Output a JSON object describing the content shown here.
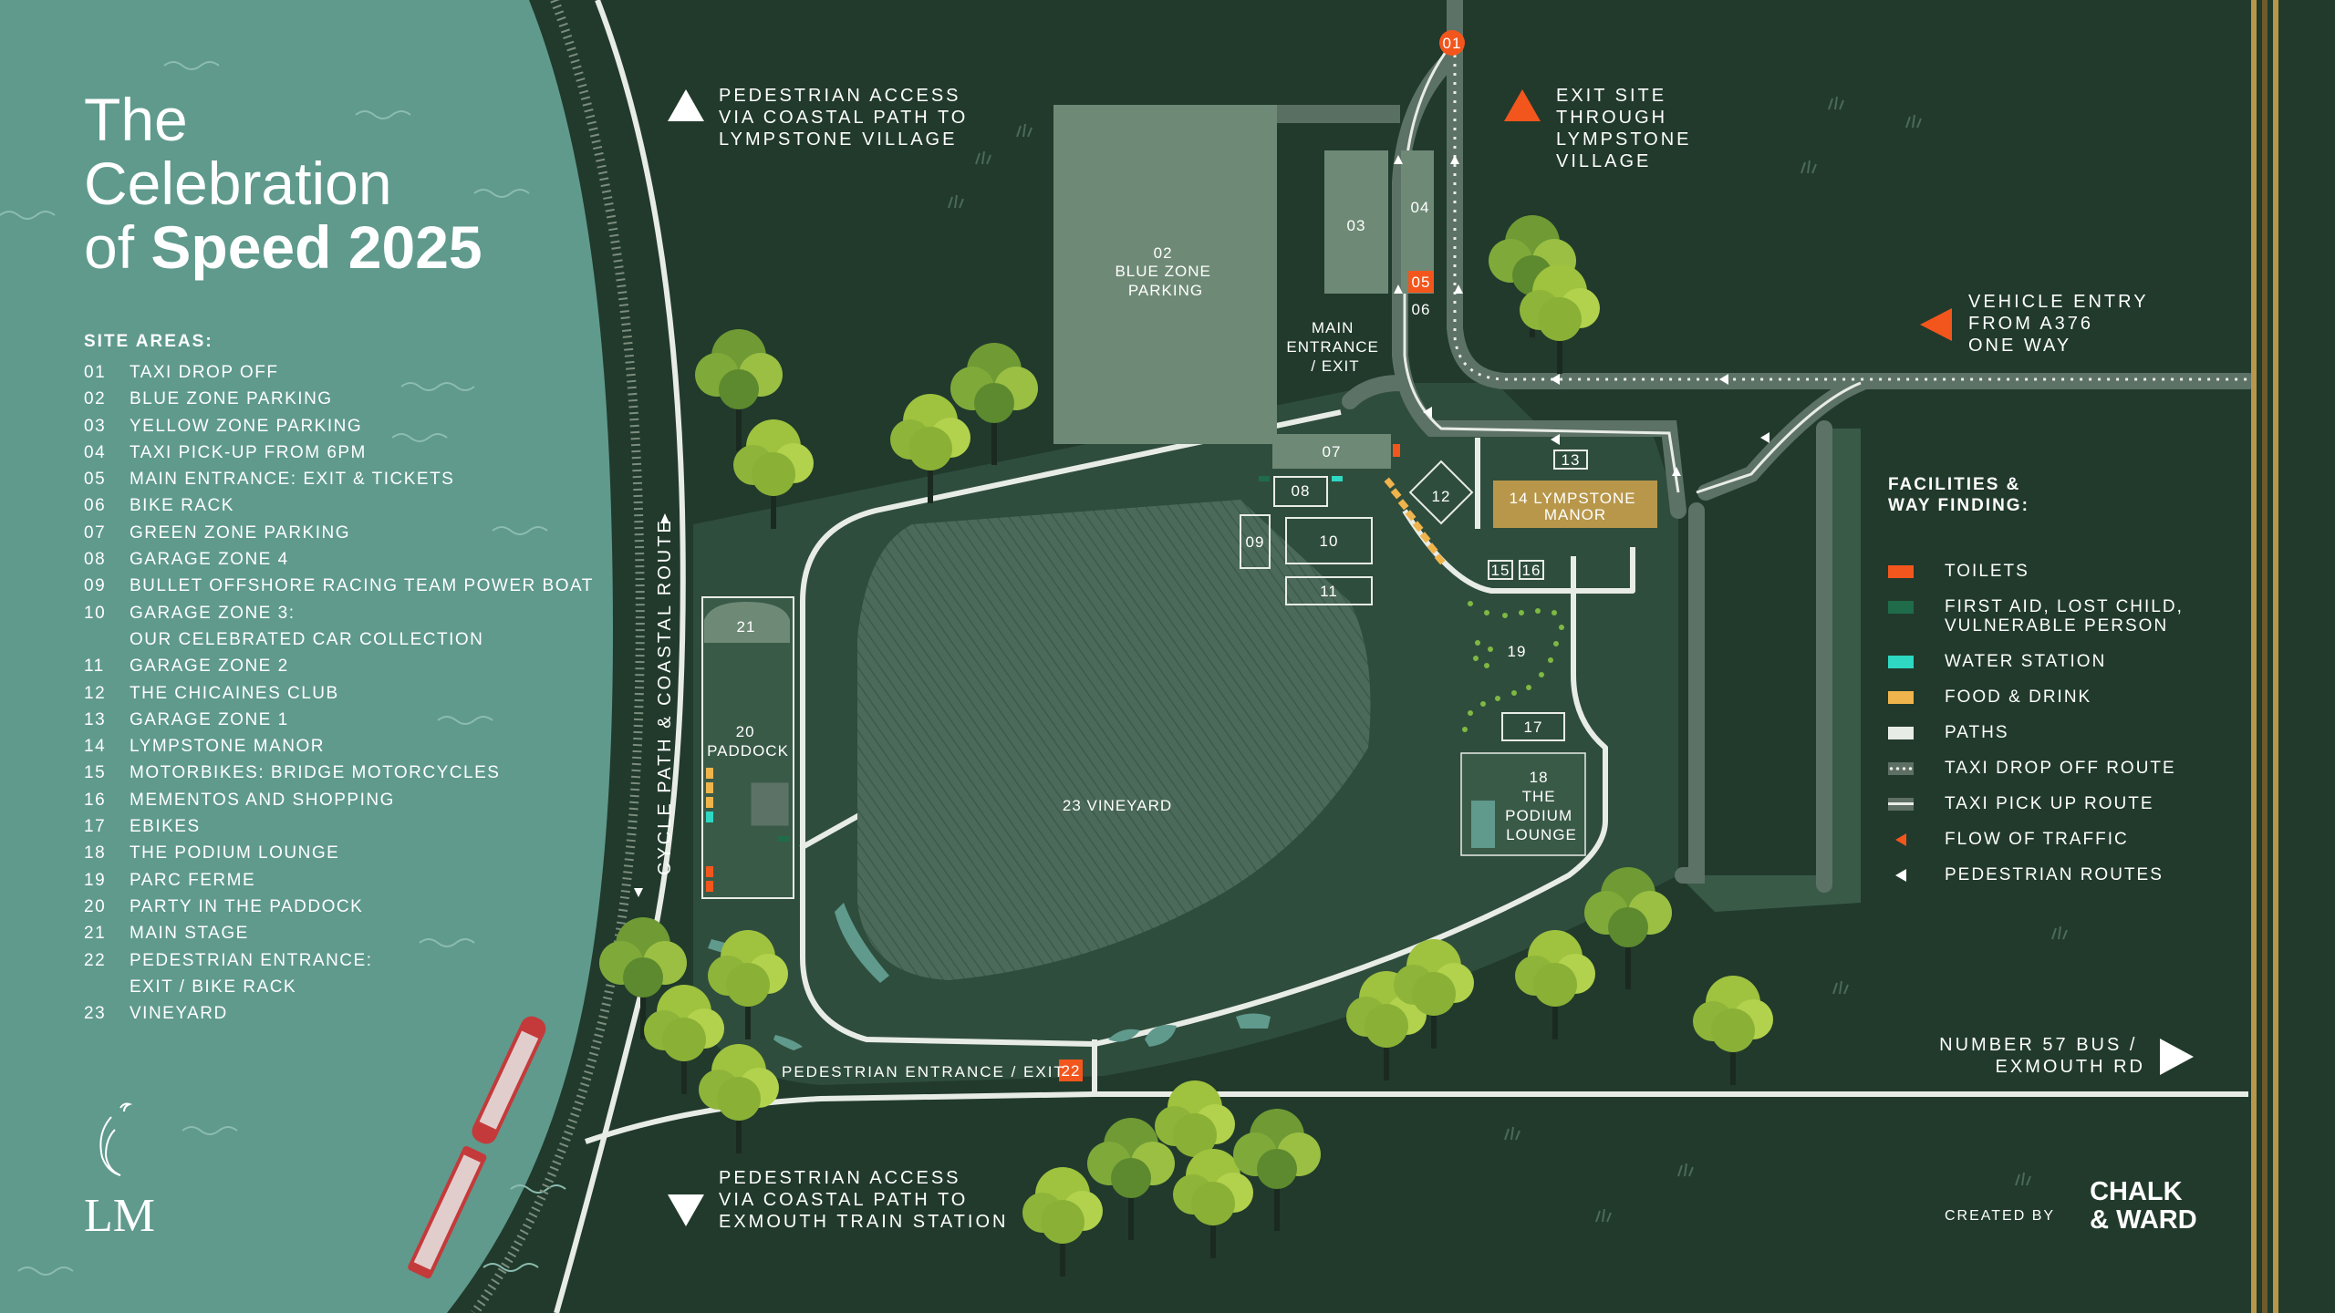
{
  "title": {
    "line1": "The",
    "line2": "Celebration",
    "line3_pre": "of ",
    "line3_bold": "Speed 2025"
  },
  "site_areas": {
    "heading": "SITE AREAS:",
    "items": [
      {
        "num": "01",
        "label": "TAXI DROP OFF"
      },
      {
        "num": "02",
        "label": "BLUE ZONE PARKING"
      },
      {
        "num": "03",
        "label": "YELLOW ZONE PARKING"
      },
      {
        "num": "04",
        "label": "TAXI PICK-UP FROM 6PM"
      },
      {
        "num": "05",
        "label": "MAIN ENTRANCE: EXIT & TICKETS"
      },
      {
        "num": "06",
        "label": "BIKE RACK"
      },
      {
        "num": "07",
        "label": "GREEN ZONE PARKING"
      },
      {
        "num": "08",
        "label": "GARAGE ZONE 4"
      },
      {
        "num": "09",
        "label": "BULLET OFFSHORE RACING TEAM POWER BOAT"
      },
      {
        "num": "10",
        "label": "GARAGE ZONE 3:"
      },
      {
        "num": "",
        "label": "OUR CELEBRATED CAR COLLECTION"
      },
      {
        "num": "11",
        "label": "GARAGE ZONE 2"
      },
      {
        "num": "12",
        "label": "THE CHICAINES CLUB"
      },
      {
        "num": "13",
        "label": "GARAGE ZONE 1"
      },
      {
        "num": "14",
        "label": "LYMPSTONE MANOR"
      },
      {
        "num": "15",
        "label": "MOTORBIKES: BRIDGE MOTORCYCLES"
      },
      {
        "num": "16",
        "label": "MEMENTOS AND SHOPPING"
      },
      {
        "num": "17",
        "label": "EBIKES"
      },
      {
        "num": "18",
        "label": "THE PODIUM LOUNGE"
      },
      {
        "num": "19",
        "label": "PARC FERME"
      },
      {
        "num": "20",
        "label": "PARTY IN THE PADDOCK"
      },
      {
        "num": "21",
        "label": "MAIN STAGE"
      },
      {
        "num": "22",
        "label": "PEDESTRIAN ENTRANCE:"
      },
      {
        "num": "",
        "label": "EXIT / BIKE RACK"
      },
      {
        "num": "23",
        "label": "VINEYARD"
      }
    ]
  },
  "logo": {
    "text": "LM"
  },
  "route_labels": {
    "cycle_path": "CYCLE PATH & COASTAL ROUTE"
  },
  "access": {
    "ped_top": [
      "PEDESTRIAN ACCESS",
      "VIA COASTAL PATH TO",
      "LYMPSTONE VILLAGE"
    ],
    "exit_site": [
      "EXIT SITE",
      "THROUGH",
      "LYMPSTONE",
      "VILLAGE"
    ],
    "vehicle_entry": [
      "VEHICLE ENTRY",
      "FROM A376",
      "ONE WAY"
    ],
    "ped_bottom": [
      "PEDESTRIAN ACCESS",
      "VIA COASTAL PATH TO",
      "EXMOUTH TRAIN STATION"
    ],
    "bus": [
      "NUMBER 57 BUS /",
      "EXMOUTH RD"
    ],
    "ped_entrance": "PEDESTRIAN ENTRANCE / EXIT"
  },
  "zones": {
    "z01": "01",
    "z02": [
      "02",
      "BLUE ZONE",
      "PARKING"
    ],
    "z03": "03",
    "z04": "04",
    "z05": "05",
    "z06": "06",
    "z07": "07",
    "z08": "08",
    "z09": "09",
    "z10": "10",
    "z11": "11",
    "z12": "12",
    "z13": "13",
    "z14": [
      "14 LYMPSTONE",
      "MANOR"
    ],
    "z15": "15",
    "z16": "16",
    "z17": "17",
    "z18": [
      "18",
      "THE",
      "PODIUM",
      "LOUNGE"
    ],
    "z19": "19",
    "z20": [
      "20",
      "PADDOCK"
    ],
    "z21": "21",
    "z22": "22",
    "z23": "23  VINEYARD",
    "main_entrance": [
      "MAIN",
      "ENTRANCE",
      "/ EXIT"
    ]
  },
  "legend": {
    "heading": [
      "FACILITIES &",
      "WAY FINDING:"
    ],
    "items": [
      {
        "label": "TOILETS",
        "swatch": "#f2561d",
        "icon": "toilets-swatch"
      },
      {
        "label": "FIRST AID, LOST CHILD, VULNERABLE PERSON",
        "swatch": "#1f6b4a",
        "icon": "first-aid-swatch"
      },
      {
        "label": "WATER STATION",
        "swatch": "#2ed8c3",
        "icon": "water-station-swatch"
      },
      {
        "label": "FOOD & DRINK",
        "swatch": "#f0b44c",
        "icon": "food-drink-swatch"
      },
      {
        "label": "PATHS",
        "swatch": "#e8ece6",
        "icon": "paths-swatch"
      },
      {
        "label": "TAXI DROP OFF ROUTE",
        "swatch": "#5e6f64",
        "icon": "taxi-drop-off-route-icon"
      },
      {
        "label": "TAXI PICK UP ROUTE",
        "swatch": "#5e6f64",
        "icon": "taxi-pick-up-route-icon"
      },
      {
        "label": "FLOW OF TRAFFIC",
        "swatch": "#f2561d",
        "icon": "flow-of-traffic-icon"
      },
      {
        "label": "PEDESTRIAN ROUTES",
        "swatch": "#ffffff",
        "icon": "pedestrian-route-icon"
      }
    ]
  },
  "credit": {
    "created_by": "CREATED BY",
    "brand_line1": "CHALK",
    "brand_line2": "& WARD"
  },
  "colors": {
    "sea": "#5f9a8d",
    "land": "#213a2c",
    "site": "#3a5a48",
    "vineyard": "#4e6d5c",
    "parking": "#6e8a76",
    "manor": "#b8974a",
    "accent_orange": "#f2561d",
    "path": "#e8ece6"
  }
}
